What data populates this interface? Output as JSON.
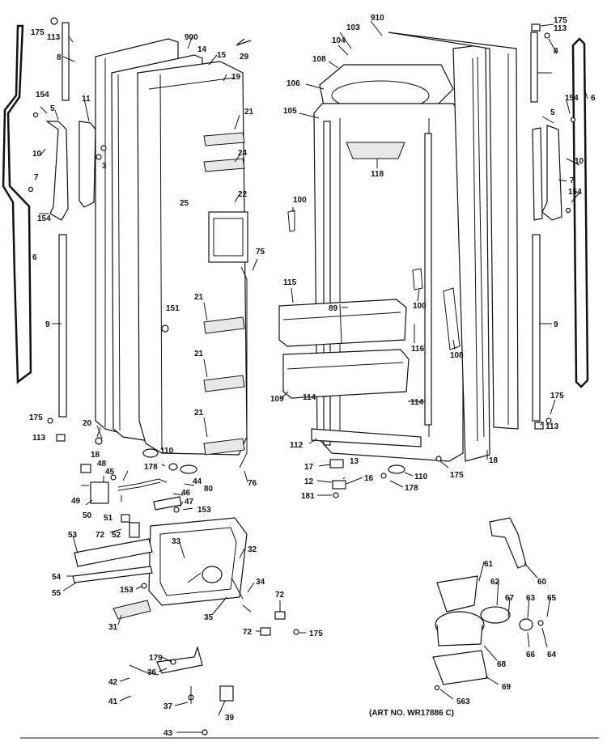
{
  "diagram": {
    "art_number": "(ART NO. WR17886 C)",
    "part_labels": [
      "175",
      "113",
      "8",
      "154",
      "5",
      "11",
      "10",
      "3",
      "7",
      "154",
      "6",
      "9",
      "175",
      "113",
      "20",
      "18",
      "900",
      "14",
      "15",
      "29",
      "19",
      "21",
      "24",
      "25",
      "22",
      "75",
      "151",
      "21",
      "21",
      "21",
      "110",
      "178",
      "80",
      "76",
      "48",
      "45",
      "44",
      "46",
      "47",
      "49",
      "50",
      "51",
      "153",
      "72",
      "52",
      "53",
      "33",
      "32",
      "54",
      "55",
      "153",
      "31",
      "35",
      "34",
      "72",
      "72",
      "175",
      "179",
      "36",
      "42",
      "41",
      "37",
      "39",
      "43",
      "910",
      "103",
      "104",
      "108",
      "106",
      "105",
      "118",
      "100",
      "115",
      "89",
      "100",
      "116",
      "108",
      "109",
      "114",
      "114",
      "112",
      "17",
      "13",
      "12",
      "16",
      "181",
      "110",
      "178",
      "175",
      "18",
      "113",
      "175",
      "8",
      "154",
      "5",
      "10",
      "7",
      "154",
      "6",
      "9",
      "175",
      "113",
      "61",
      "60",
      "62",
      "67",
      "63",
      "65",
      "66",
      "64",
      "68",
      "69",
      "563"
    ]
  }
}
